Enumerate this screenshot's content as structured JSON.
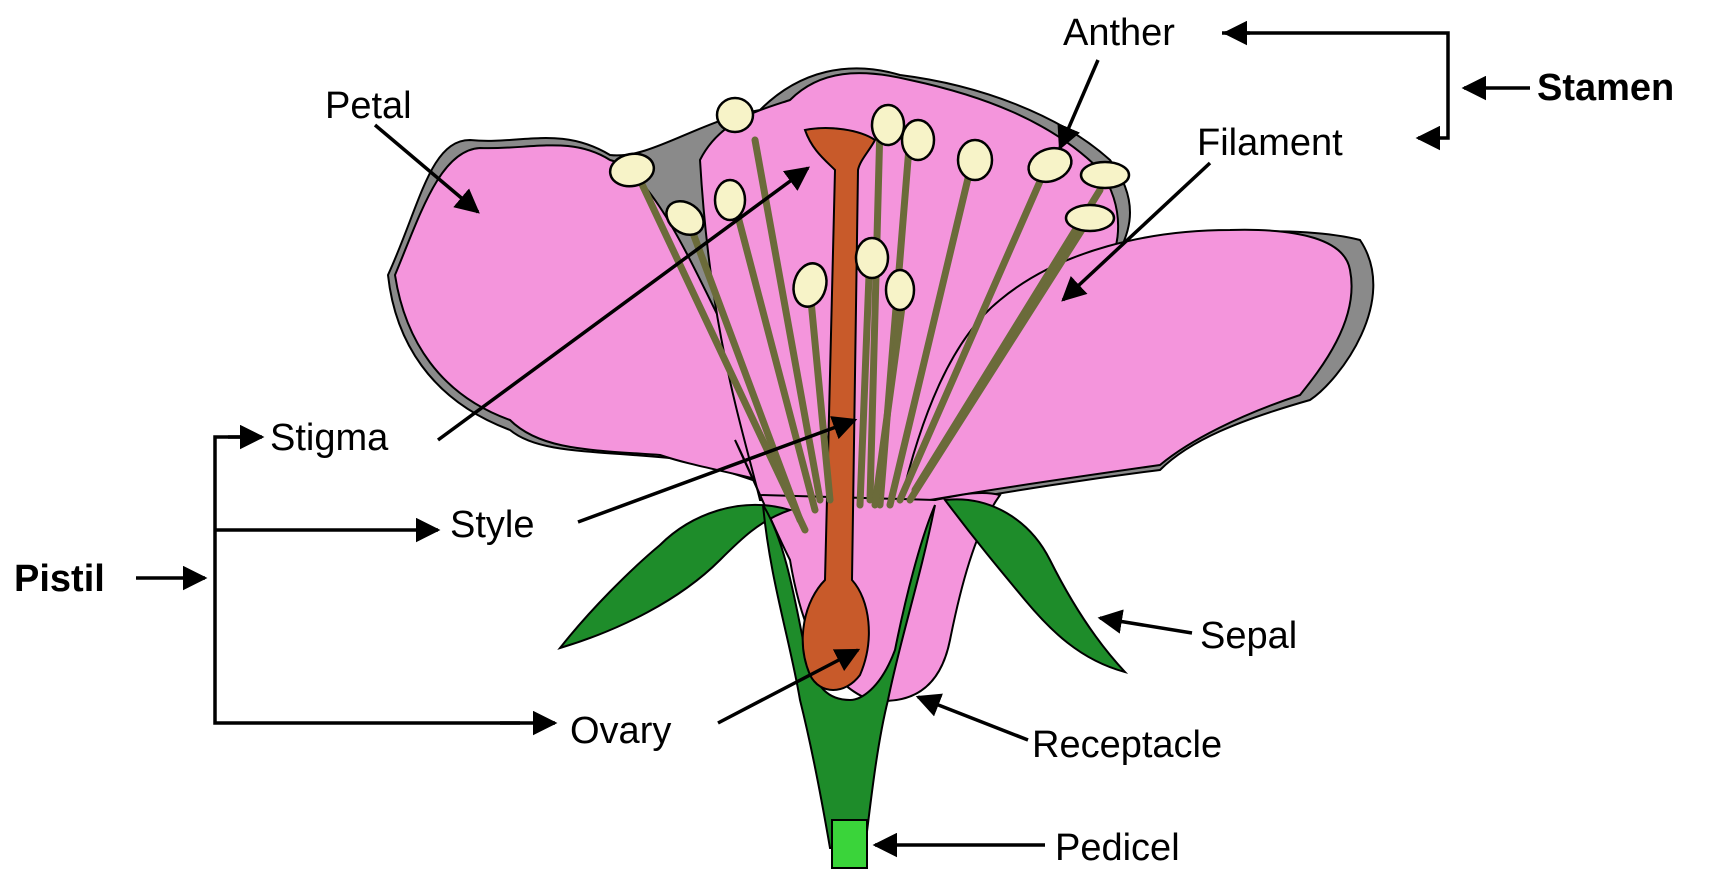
{
  "labels": {
    "petal": "Petal",
    "anther": "Anther",
    "stamen": "Stamen",
    "filament": "Filament",
    "stigma": "Stigma",
    "style": "Style",
    "pistil": "Pistil",
    "sepal": "Sepal",
    "ovary": "Ovary",
    "receptacle": "Receptacle",
    "pedicel": "Pedicel"
  },
  "colors": {
    "petal": "#f495dc",
    "petal_shadow": "#8a8a8a",
    "sepal": "#1e8c2a",
    "pedicel_tip": "#3ad43a",
    "pistil": "#c85a2a",
    "filament": "#6b6b3a",
    "anther": "#f7f3c8",
    "line": "#000000"
  }
}
